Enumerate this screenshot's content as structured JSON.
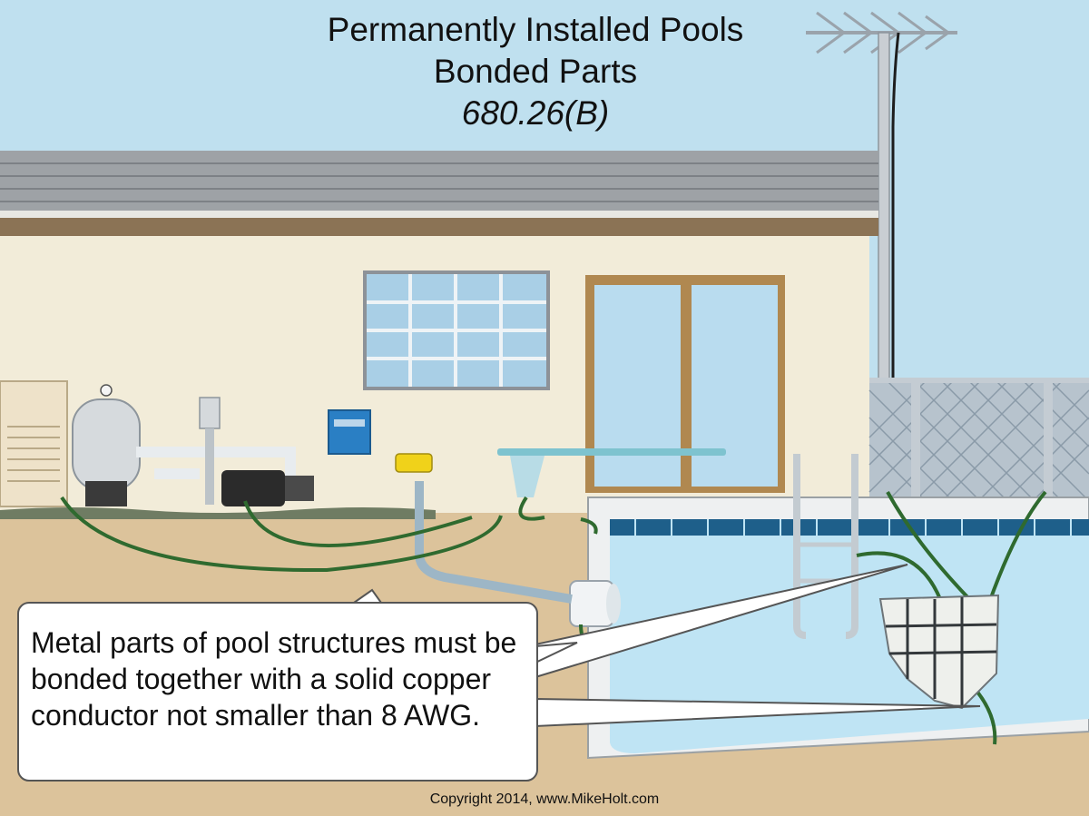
{
  "title": {
    "line1": "Permanently Installed Pools",
    "line2": "Bonded Parts",
    "line3": "680.26(B)"
  },
  "callout": {
    "text": "Metal parts of pool structures must be bonded together with a solid copper conductor not smaller than 8 AWG."
  },
  "copyright": "Copyright 2014, www.MikeHolt.com",
  "colors": {
    "sky": "#bfe0ef",
    "roof": "#9a9ea3",
    "house_wall": "#f2ecd9",
    "fascia": "#8b7355",
    "ground": "#dcc39b",
    "pool_water": "#bfe4f4",
    "pool_tile": "#1e5f8a",
    "bonding_wire": "#2f6a2f",
    "fence": "#8a9aa8"
  }
}
